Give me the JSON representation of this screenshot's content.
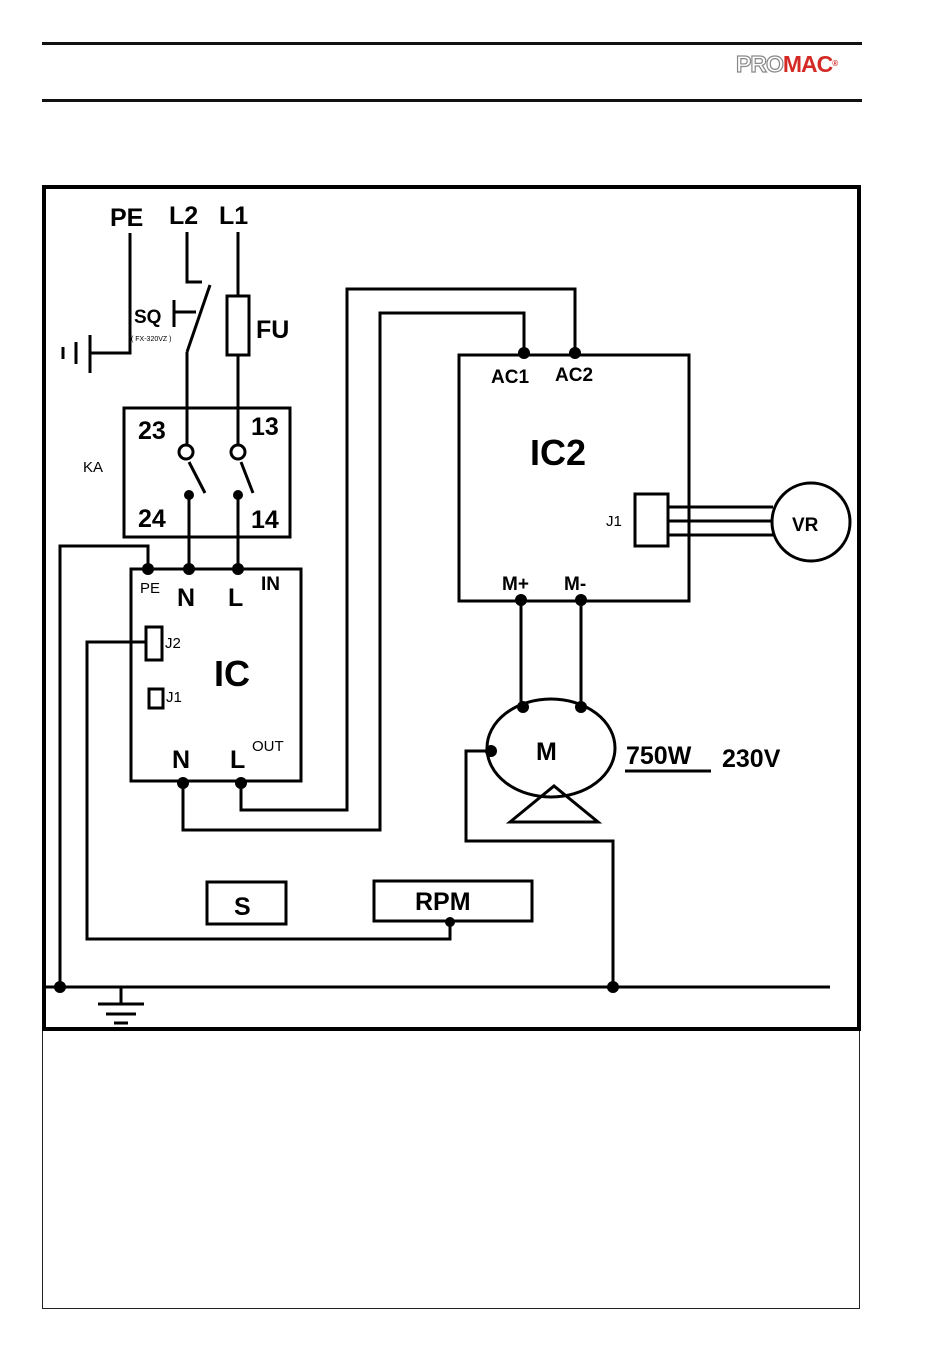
{
  "header": {
    "logo_pro": "PRO",
    "logo_mac": "MAC",
    "logo_reg": "®"
  },
  "diagram": {
    "supply": {
      "pe": "PE",
      "l2": "L2",
      "l1": "L1"
    },
    "switch": {
      "label": "SQ",
      "sublabel": "( FX-320VZ )"
    },
    "fuse": "FU",
    "relay": {
      "label": "KA",
      "t23": "23",
      "t13": "13",
      "t24": "24",
      "t14": "14"
    },
    "ic": {
      "title": "IC",
      "pe": "PE",
      "n_in": "N",
      "l_in": "L",
      "in": "IN",
      "j2": "J2",
      "j1": "J1",
      "n_out": "N",
      "l_out": "L",
      "out": "OUT"
    },
    "ic2": {
      "title": "IC2",
      "ac1": "AC1",
      "ac2": "AC2",
      "j1": "J1",
      "m_plus": "M+",
      "m_minus": "M-"
    },
    "vr": "VR",
    "motor": {
      "label": "M",
      "power": "750W",
      "voltage": "230V"
    },
    "s_box": "S",
    "rpm_box": "RPM"
  }
}
